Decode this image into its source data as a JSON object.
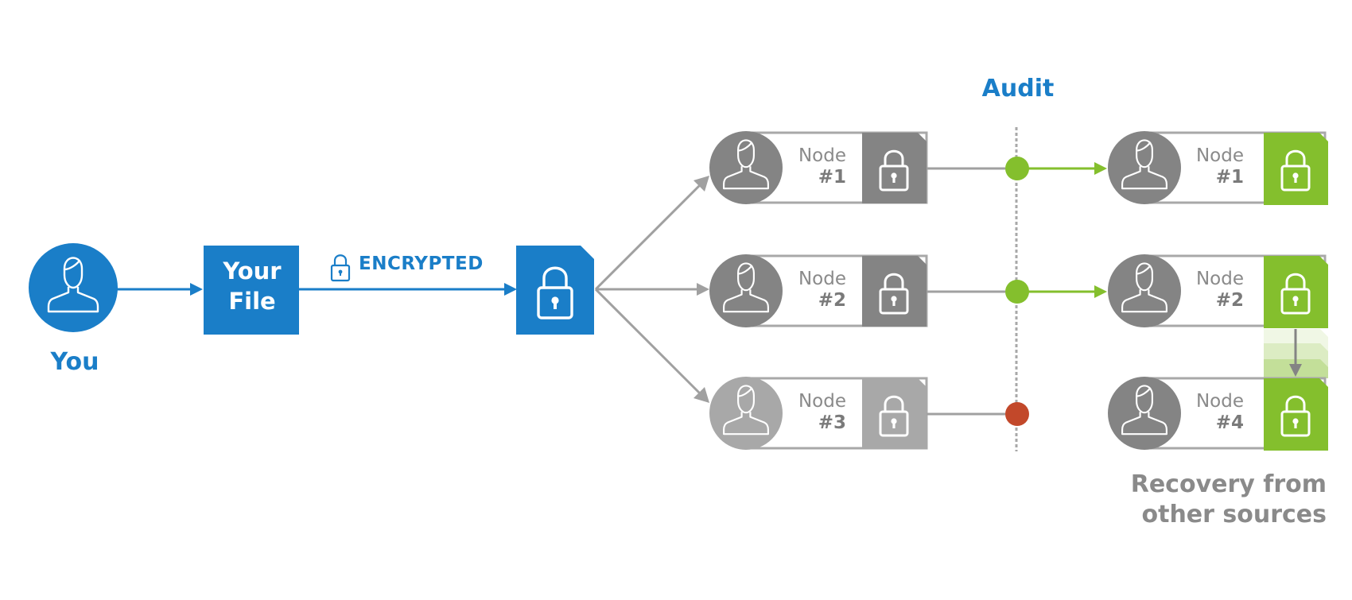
{
  "colors": {
    "blue": "#1a7ec8",
    "gray_dark": "#848484",
    "gray_light": "#a8a8a8",
    "green": "#84bf2d",
    "red": "#c2482a",
    "connector": "#a0a0a0"
  },
  "you": {
    "label": "You",
    "icon": "person-icon"
  },
  "file": {
    "label_line1": "Your",
    "label_line2": "File",
    "icon": "file-icon"
  },
  "encrypted": {
    "label": "ENCRYPTED",
    "icon": "lock-icon"
  },
  "audit": {
    "label": "Audit"
  },
  "nodes_left": [
    {
      "word": "Node",
      "number": "#1",
      "status": "pass"
    },
    {
      "word": "Node",
      "number": "#2",
      "status": "pass"
    },
    {
      "word": "Node",
      "number": "#3",
      "status": "fail"
    }
  ],
  "nodes_right": [
    {
      "word": "Node",
      "number": "#1"
    },
    {
      "word": "Node",
      "number": "#2"
    },
    {
      "word": "Node",
      "number": "#4"
    }
  ],
  "recovery": {
    "line1": "Recovery from",
    "line2": "other sources"
  }
}
